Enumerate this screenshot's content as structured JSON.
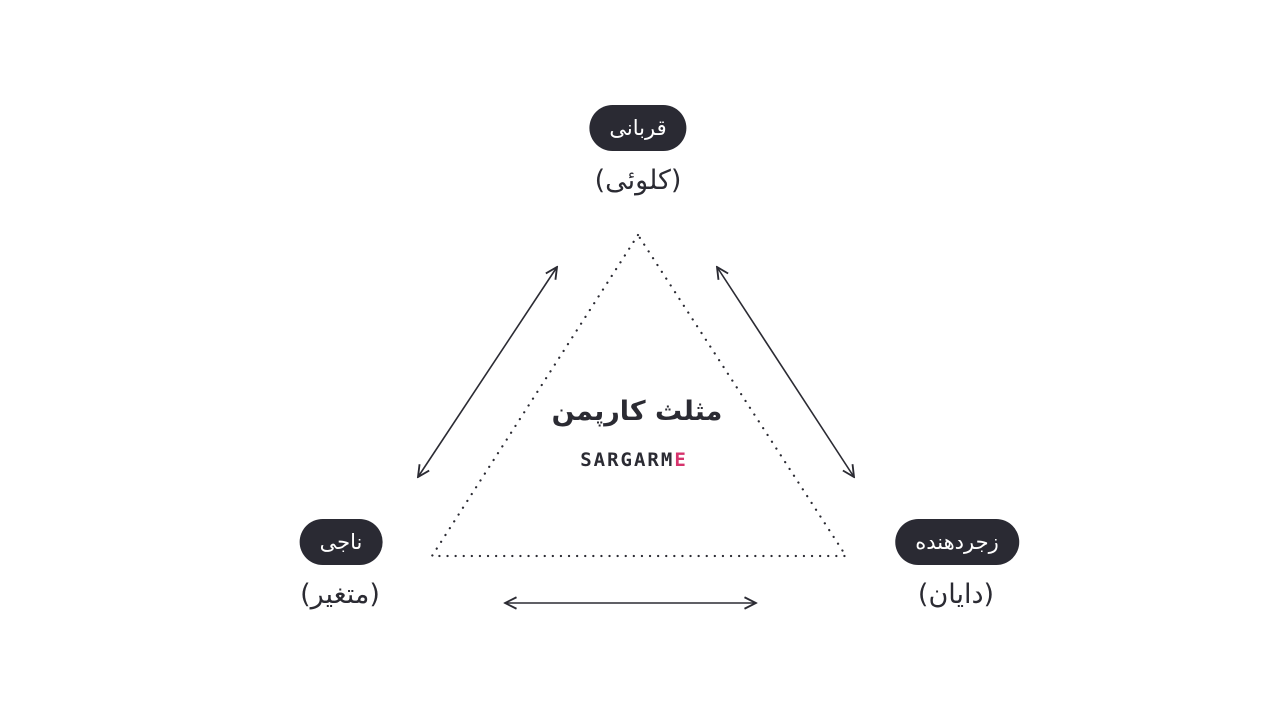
{
  "roles": {
    "top": {
      "label": "قربانی",
      "sub": "(کلوئی)"
    },
    "left": {
      "label": "ناجی",
      "sub": "(متغیر)"
    },
    "right": {
      "label": "زجردهنده",
      "sub": "(دایان)"
    }
  },
  "center": {
    "title": "مثلث کارپمن",
    "logo_main": "SARGARM",
    "logo_accent": "E"
  },
  "colors": {
    "pill": "#2a2a33",
    "accent": "#d6336c"
  }
}
